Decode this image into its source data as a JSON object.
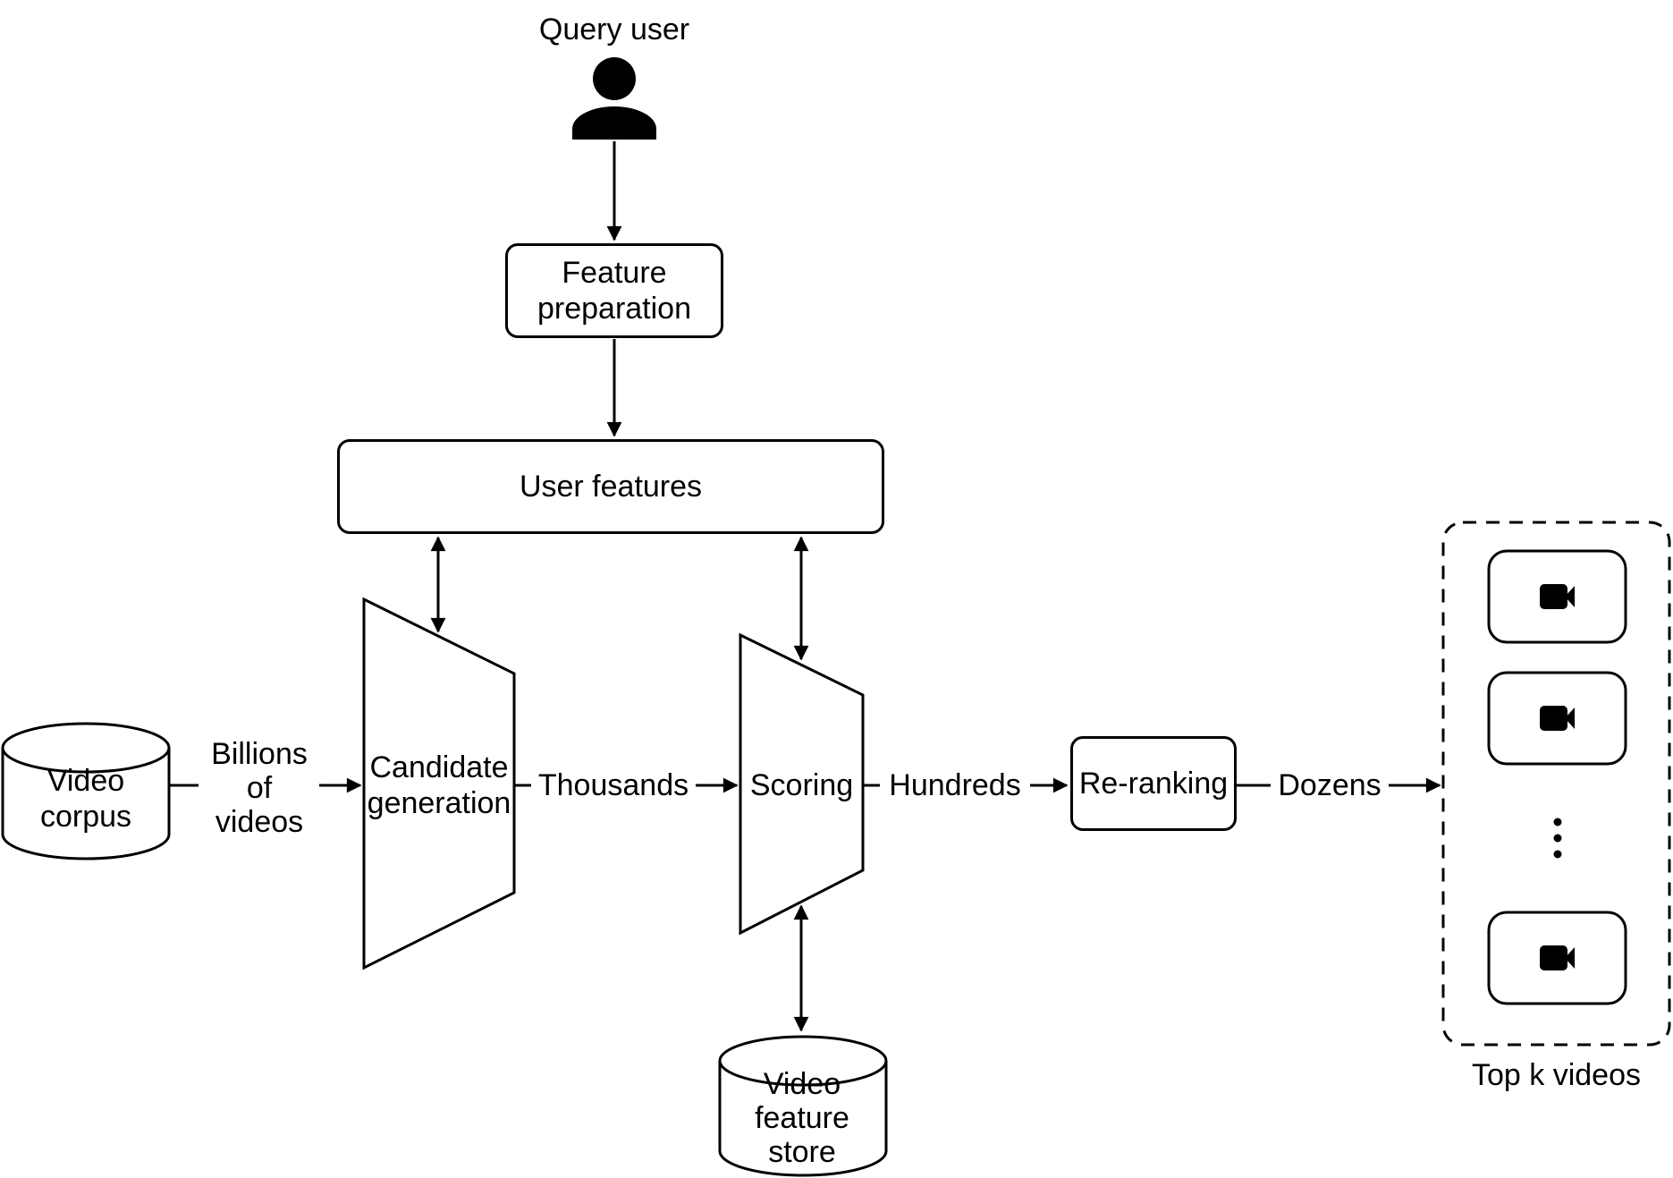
{
  "colors": {
    "ink": "#000000",
    "background": "#ffffff"
  },
  "nodes": {
    "query_user": {
      "label": "Query user",
      "icon": "person-icon"
    },
    "feature_preparation": {
      "label": "Feature\npreparation"
    },
    "user_features": {
      "label": "User features"
    },
    "candidate_generation": {
      "label": "Candidate\ngeneration",
      "shape": "trapezoid"
    },
    "scoring": {
      "label": "Scoring",
      "shape": "trapezoid"
    },
    "re_ranking": {
      "label": "Re-ranking"
    },
    "video_corpus": {
      "label": "Video\ncorpus",
      "shape": "database-cylinder"
    },
    "video_feature_store": {
      "label": "Video\nfeature\nstore",
      "shape": "database-cylinder"
    },
    "top_k_videos": {
      "label": "Top k videos",
      "shape": "dashed-container",
      "items": "3 video cards + vertical ellipsis",
      "item_icon": "video-camera-icon"
    }
  },
  "edge_labels": {
    "billions_of_videos": "Billions\nof\nvideos",
    "thousands": "Thousands",
    "hundreds": "Hundreds",
    "dozens": "Dozens"
  }
}
